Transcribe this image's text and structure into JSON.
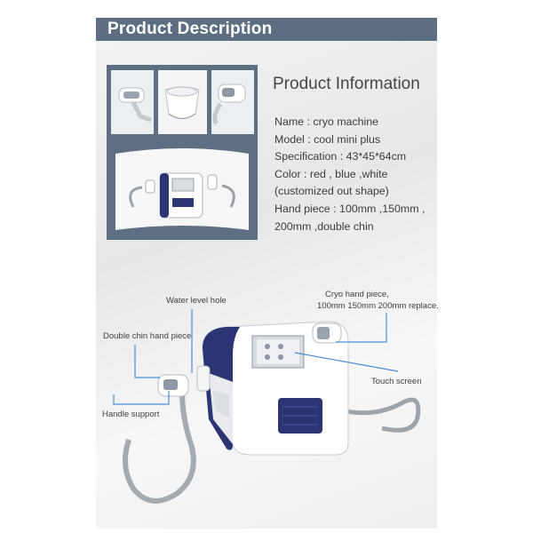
{
  "header": {
    "title": "Product Description"
  },
  "info": {
    "title": "Product Information",
    "lines": [
      "Name : cryo machine",
      "Model :  cool mini plus",
      "Specification : 43*45*64cm",
      "Color : red , blue ,white",
      "(customized out shape)",
      "Hand piece : 100mm ,150mm ,",
      "200mm ,double chin"
    ]
  },
  "callouts": {
    "water_level": "Water level hole",
    "cryo_line1": "Cryo hand piece,",
    "cryo_line2": "100mm 150mm 200mm replace.",
    "double_chin": "Double chin hand piece",
    "touch_screen": "Touch screen",
    "handle_support": "Handle support"
  },
  "colors": {
    "header_bg": "#5d6e83",
    "accent_navy": "#2c3574",
    "callout_line": "#4a8fd6"
  }
}
